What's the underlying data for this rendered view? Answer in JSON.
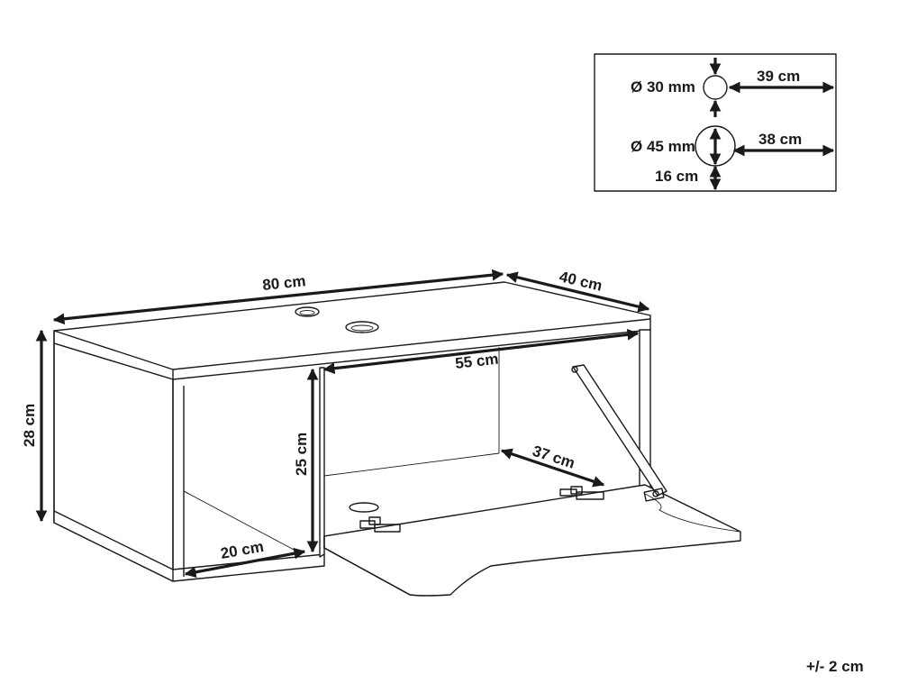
{
  "holes": {
    "small_diameter": "Ø 30 mm",
    "small_distance": "39 cm",
    "large_diameter": "Ø 45 mm",
    "large_distance": "38 cm",
    "large_height": "16 cm"
  },
  "dimensions": {
    "width": "80 cm",
    "depth": "40 cm",
    "height": "28 cm",
    "inner_height": "25 cm",
    "inner_width": "55 cm",
    "inner_depth": "37 cm",
    "shelf_width": "20 cm"
  },
  "tolerance": "+/- 2 cm"
}
